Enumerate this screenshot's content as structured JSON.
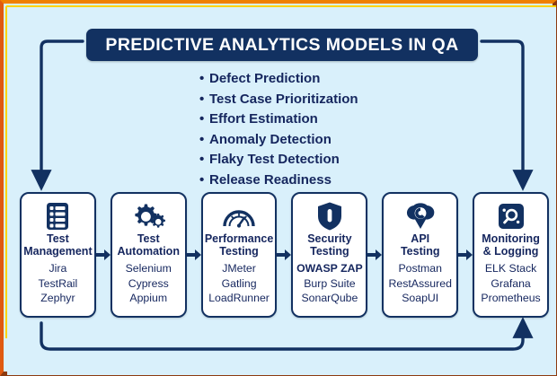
{
  "title": {
    "text": "PREDICTIVE ANALYTICS MODELS IN QA"
  },
  "bullets": {
    "marker": "•",
    "items": [
      "Defect Prediction",
      "Test Case Prioritization",
      "Effort Estimation",
      "Anomaly Detection",
      "Flaky Test Detection",
      "Release Readiness"
    ]
  },
  "stages": [
    {
      "icon": "clipboard-list-icon",
      "title": "Test\nManagement",
      "tools": [
        {
          "label": "Jira",
          "bold": false
        },
        {
          "label": "TestRail",
          "bold": false
        },
        {
          "label": "Zephyr",
          "bold": false
        }
      ]
    },
    {
      "icon": "gears-icon",
      "title": "Test\nAutomation",
      "tools": [
        {
          "label": "Selenium",
          "bold": false
        },
        {
          "label": "Cypress",
          "bold": false
        },
        {
          "label": "Appium",
          "bold": false
        }
      ]
    },
    {
      "icon": "gauge-icon",
      "title": "Performance\nTesting",
      "tools": [
        {
          "label": "JMeter",
          "bold": false
        },
        {
          "label": "Gatling",
          "bold": false
        },
        {
          "label": "LoadRunner",
          "bold": false
        }
      ]
    },
    {
      "icon": "shield-icon",
      "title": "Security\nTesting",
      "tools": [
        {
          "label": "OWASP ZAP",
          "bold": true
        },
        {
          "label": "Burp Suite",
          "bold": false
        },
        {
          "label": "SonarQube",
          "bold": false
        }
      ]
    },
    {
      "icon": "api-cloud-icon",
      "title": "API\nTesting",
      "tools": [
        {
          "label": "Postman",
          "bold": false
        },
        {
          "label": "RestAssured",
          "bold": false
        },
        {
          "label": "SoapUI",
          "bold": false
        }
      ]
    },
    {
      "icon": "magnifier-square-icon",
      "title": "Monitoring\n& Logging",
      "tools": [
        {
          "label": "ELK Stack",
          "bold": false
        },
        {
          "label": "Grafana",
          "bold": false
        },
        {
          "label": "Prometheus",
          "bold": false
        }
      ]
    }
  ],
  "colors": {
    "background": "#d9f0fb",
    "navy": "#123161",
    "text_navy": "#15265e",
    "card_fill": "#ffffff",
    "frame_orange": "#e05a10",
    "frame_yellow": "#ffd400",
    "frame_dark": "#8c3a10"
  }
}
